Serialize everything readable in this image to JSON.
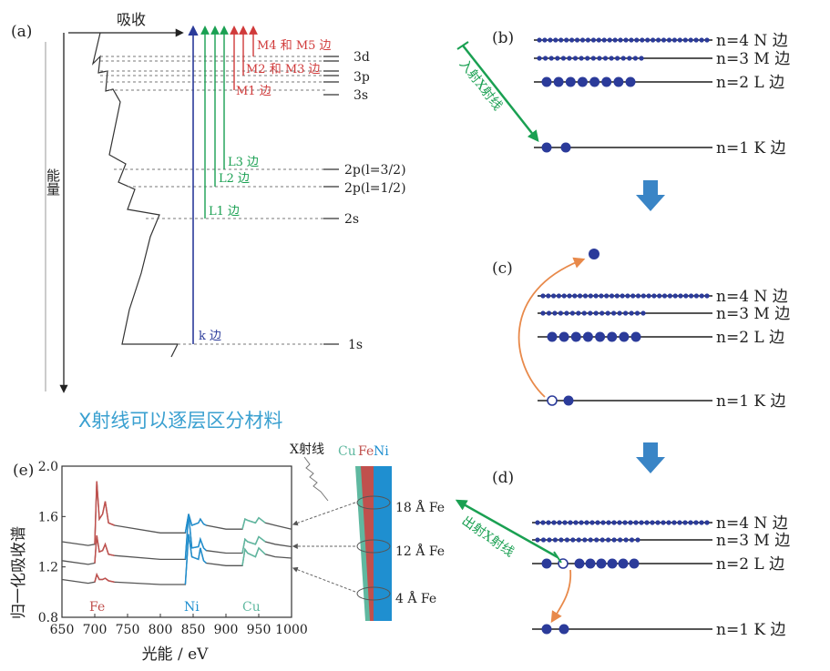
{
  "panel_a": {
    "letter": "(a)",
    "absorb_label": "吸收",
    "energy_label": "能量",
    "levels": [
      "3d",
      "3p",
      "3s",
      "2p(l=3/2)",
      "2p(l=1/2)",
      "2s",
      "1s"
    ],
    "edge_labels": {
      "m45": "M4 和 M5 边",
      "m23": "M2 和 M3 边",
      "m1": "M1 边",
      "l3": "L3 边",
      "l2": "L2 边",
      "l1": "L1 边",
      "k": "k 边"
    }
  },
  "panel_b": {
    "letter": "(b)",
    "incident_label": "入射X射线",
    "shells": [
      "n=4 N 边",
      "n=3 M 边",
      "n=2 L 边",
      "n=1 K 边"
    ]
  },
  "panel_c": {
    "letter": "(c)",
    "shells": [
      "n=4 N 边",
      "n=3 M 边",
      "n=2 L 边",
      "n=1 K 边"
    ]
  },
  "panel_d": {
    "letter": "(d)",
    "emitted_label": "出射X射线",
    "shells": [
      "n=4 N 边",
      "n=3 M 边",
      "n=2 L 边",
      "n=1 K 边"
    ]
  },
  "caption": "X射线可以逐层区分材料",
  "panel_e": {
    "letter": "(e)",
    "xray_label": "X射线",
    "layer_labels": [
      "Cu",
      "Fe",
      "Ni"
    ],
    "depth_labels": [
      "18 Å Fe",
      "12 Å Fe",
      "4 Å Fe"
    ],
    "element_labels": [
      "Fe",
      "Ni",
      "Cu"
    ],
    "colors": {
      "fe": "#c0504d",
      "ni": "#1f8fd0",
      "cu": "#5fb8a0"
    }
  },
  "chart_data": {
    "type": "line",
    "title": "",
    "xlabel": "光能 / eV",
    "ylabel": "归一化吸收谱",
    "xlim": [
      650,
      1000
    ],
    "ylim": [
      0.8,
      2.0
    ],
    "xticks": [
      650,
      700,
      750,
      800,
      850,
      900,
      950,
      1000
    ],
    "yticks": [
      0.8,
      1.2,
      1.6,
      2.0
    ],
    "series": [
      {
        "x": [
          650,
          690,
          700,
          703,
          707,
          712,
          716,
          721,
          730,
          800,
          838,
          843,
          848,
          858,
          861,
          866,
          870,
          900,
          925,
          929,
          933,
          945,
          950,
          960,
          975,
          1000
        ],
        "y": [
          1.4,
          1.37,
          1.38,
          1.88,
          1.58,
          1.62,
          1.72,
          1.55,
          1.53,
          1.47,
          1.47,
          1.62,
          1.53,
          1.55,
          1.58,
          1.54,
          1.53,
          1.5,
          1.5,
          1.58,
          1.57,
          1.55,
          1.59,
          1.55,
          1.53,
          1.5
        ]
      },
      {
        "x": [
          650,
          690,
          700,
          703,
          707,
          712,
          716,
          721,
          730,
          800,
          838,
          843,
          848,
          858,
          861,
          866,
          870,
          900,
          925,
          929,
          933,
          945,
          950,
          960,
          975,
          1000
        ],
        "y": [
          1.25,
          1.22,
          1.23,
          1.45,
          1.32,
          1.33,
          1.38,
          1.3,
          1.29,
          1.26,
          1.26,
          1.62,
          1.35,
          1.36,
          1.42,
          1.35,
          1.33,
          1.31,
          1.31,
          1.42,
          1.4,
          1.38,
          1.44,
          1.4,
          1.38,
          1.36
        ]
      },
      {
        "x": [
          650,
          690,
          700,
          703,
          707,
          712,
          716,
          721,
          730,
          800,
          838,
          843,
          848,
          858,
          861,
          866,
          870,
          900,
          925,
          929,
          933,
          945,
          950,
          960,
          975,
          1000
        ],
        "y": [
          1.1,
          1.07,
          1.08,
          1.14,
          1.1,
          1.1,
          1.11,
          1.09,
          1.08,
          1.06,
          1.06,
          1.46,
          1.28,
          1.26,
          1.35,
          1.25,
          1.23,
          1.21,
          1.21,
          1.34,
          1.31,
          1.28,
          1.35,
          1.3,
          1.28,
          1.27
        ]
      }
    ],
    "series_colors": [
      "#555555",
      "#555555",
      "#555555"
    ],
    "region_colors": {
      "fe": "#c0504d",
      "ni": "#1f8fd0",
      "cu": "#5fb8a0"
    }
  }
}
